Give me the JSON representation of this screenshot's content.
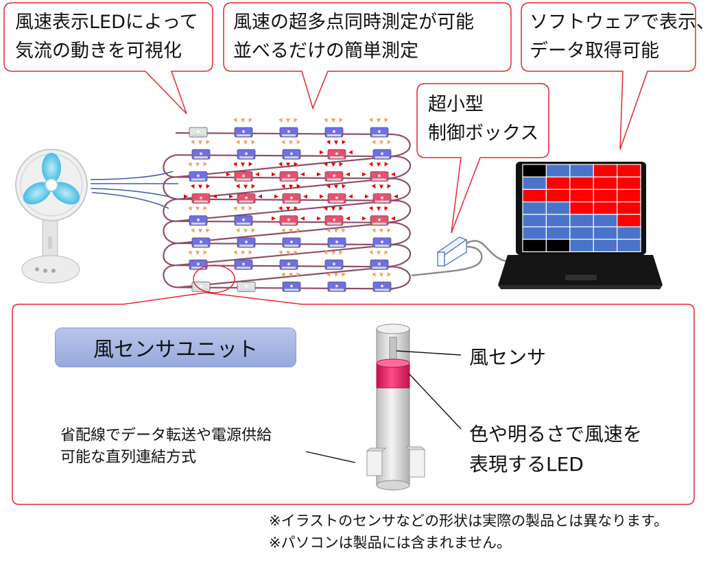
{
  "callouts": {
    "led_display": "風速表示LEDによって\n気流の動きを可視化",
    "multipoint": "風速の超多点同時測定が可能\n並べるだけの簡単測定",
    "software": "ソフトウェアで表示、\nデータ取得可能",
    "controlbox": "超小型\n制御ボックス"
  },
  "unit_panel": {
    "title": "風センサユニット",
    "wind_sensor_label": "風センサ",
    "led_label": "色や明るさで風速を\n表現するLED",
    "wiring_label": "省配線でデータ転送や電源供給\n可能な直列連結方式"
  },
  "notes": [
    "※イラストのセンサなどの形状は実際の製品とは異なります。",
    "※パソコンは製品には含まれません。"
  ],
  "colors": {
    "callout_border": "#e8232b",
    "unit_blue": "#6f6fe6",
    "unit_red": "#e85070",
    "unit_white": "#dfe6e2",
    "screen_blue": "#4a74c9",
    "screen_red": "#ff0000",
    "screen_black": "#000000",
    "led_ring": "#ee1c62"
  },
  "unit_grid": [
    [
      "white",
      "blue",
      "blue",
      "blue",
      "blue"
    ],
    [
      "blue",
      "blue",
      "blue",
      "red",
      "blue"
    ],
    [
      "blue",
      "red",
      "red",
      "red",
      "red"
    ],
    [
      "red",
      "red",
      "red",
      "red",
      "red"
    ],
    [
      "blue",
      "blue",
      "red",
      "red",
      "red"
    ],
    [
      "blue",
      "blue",
      "blue",
      "blue",
      "blue"
    ],
    [
      "blue",
      "blue",
      "blue",
      "blue",
      "blue"
    ],
    [
      "white",
      "white",
      "blue",
      "blue",
      "blue"
    ]
  ],
  "screen_grid": [
    [
      "black",
      "blue",
      "blue",
      "red",
      "red"
    ],
    [
      "blue",
      "red",
      "red",
      "red",
      "red"
    ],
    [
      "red",
      "red",
      "red",
      "red",
      "red"
    ],
    [
      "blue",
      "blue",
      "red",
      "red",
      "red"
    ],
    [
      "blue",
      "blue",
      "blue",
      "blue",
      "red"
    ],
    [
      "blue",
      "blue",
      "blue",
      "blue",
      "blue"
    ],
    [
      "black",
      "black",
      "blue",
      "blue",
      "blue"
    ]
  ]
}
